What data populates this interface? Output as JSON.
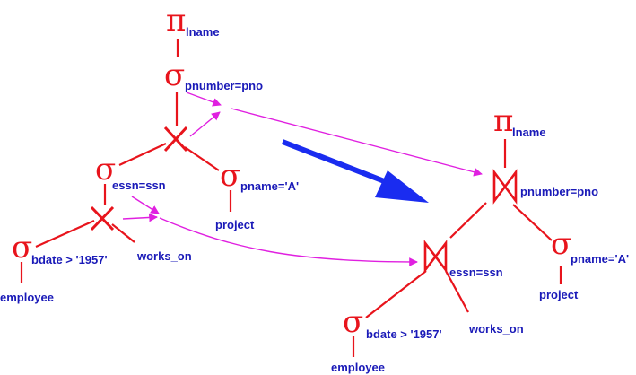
{
  "colors": {
    "operator": "#e8141c",
    "edge": "#e8141c",
    "label": "#1a1ab8",
    "arrow": "#e020e0",
    "transform_arrow": "#1a2cf0",
    "background": "#ffffff"
  },
  "symbols": {
    "project": "π",
    "select": "σ"
  },
  "left_tree": {
    "project_attr": "lname",
    "select_join": "pnumber=pno",
    "select_essn": "essn=ssn",
    "select_pname": "pname='A'",
    "select_bdate": "bdate > '1957'",
    "relation_project": "project",
    "relation_works_on": "works_on",
    "relation_employee": "employee"
  },
  "right_tree": {
    "project_attr": "lname",
    "join_top": "pnumber=pno",
    "join_bottom": "essn=ssn",
    "select_pname": "pname='A'",
    "select_bdate": "bdate > '1957'",
    "relation_project": "project",
    "relation_works_on": "works_on",
    "relation_employee": "employee"
  }
}
